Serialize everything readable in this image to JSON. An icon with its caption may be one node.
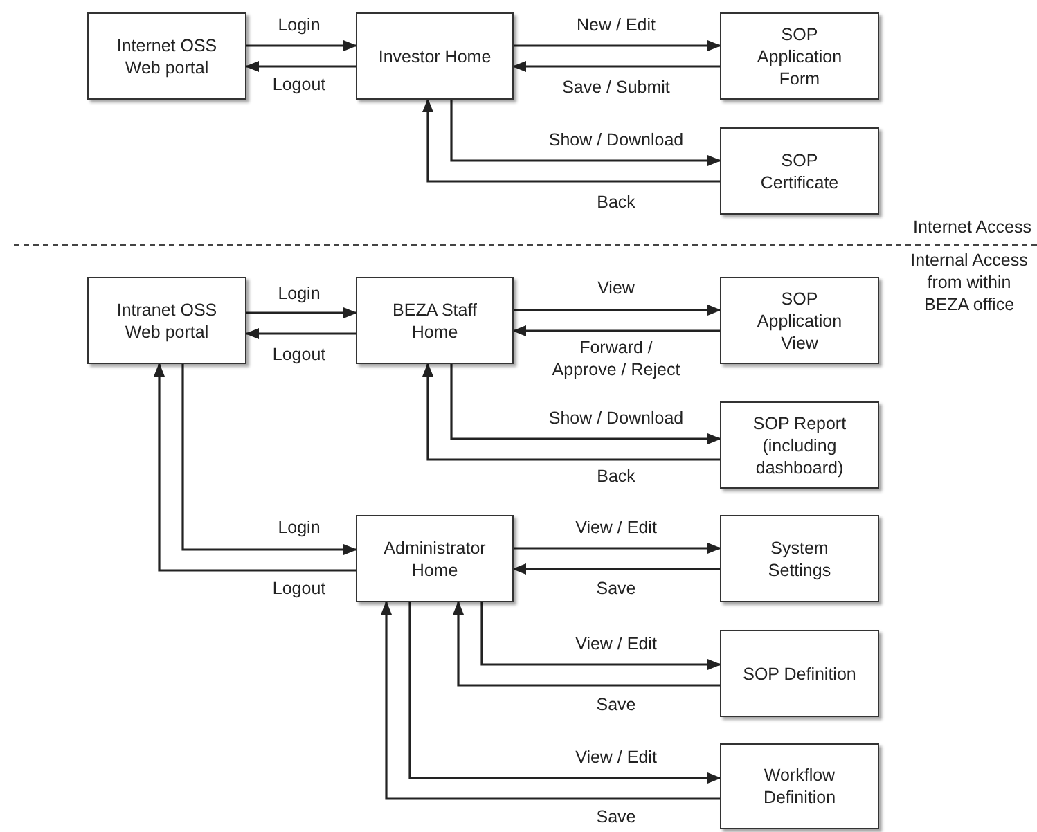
{
  "diagram": {
    "nodes": [
      {
        "text": [
          "Internet OSS Web portal"
        ]
      },
      {
        "text": [
          "Investor Home"
        ]
      },
      {
        "text": [
          "SOP Application Form"
        ]
      },
      {
        "text": [
          "SOP Certificate"
        ]
      },
      {
        "text": [
          "Intranet OSS Web portal"
        ]
      },
      {
        "text": [
          "BEZA Staff Home"
        ]
      },
      {
        "text": [
          "SOP Application View"
        ]
      },
      {
        "text": [
          "SOP Report (including dashboard)"
        ]
      },
      {
        "text": [
          "Administrator Home"
        ]
      },
      {
        "text": [
          "System Settings"
        ]
      },
      {
        "text": [
          "SOP Definition"
        ]
      },
      {
        "text": [
          "Workflow Definition"
        ]
      }
    ],
    "edges": [
      {
        "from": 0,
        "to": 1,
        "arrow": "to",
        "label": "Login"
      },
      {
        "from": 1,
        "to": 0,
        "arrow": "to",
        "label": "Logout"
      },
      {
        "from": 1,
        "to": 2,
        "arrow": "to",
        "label": "New / Edit"
      },
      {
        "from": 2,
        "to": 1,
        "arrow": "to",
        "label": "Save / Submit"
      },
      {
        "from": 1,
        "to": 3,
        "arrow": "to",
        "label": "Show / Download"
      },
      {
        "from": 3,
        "to": 1,
        "arrow": "to",
        "label": "Back"
      },
      {
        "from": 4,
        "to": 5,
        "arrow": "to",
        "label": "Login"
      },
      {
        "from": 5,
        "to": 4,
        "arrow": "to",
        "label": "Logout"
      },
      {
        "from": 5,
        "to": 6,
        "arrow": "to",
        "label": "View"
      },
      {
        "from": 6,
        "to": 5,
        "arrow": "to",
        "label": "Forward / Approve / Reject"
      },
      {
        "from": 5,
        "to": 7,
        "arrow": "to",
        "label": "Show / Download"
      },
      {
        "from": 7,
        "to": 5,
        "arrow": "to",
        "label": "Back"
      },
      {
        "from": 4,
        "to": 8,
        "arrow": "to",
        "label": "Login"
      },
      {
        "from": 8,
        "to": 4,
        "arrow": "to",
        "label": "Logout"
      },
      {
        "from": 8,
        "to": 9,
        "arrow": "to",
        "label": "View / Edit"
      },
      {
        "from": 9,
        "to": 8,
        "arrow": "to",
        "label": "Save"
      },
      {
        "from": 8,
        "to": 10,
        "arrow": "to",
        "label": "View / Edit"
      },
      {
        "from": 10,
        "to": 8,
        "arrow": "to",
        "label": "Save"
      },
      {
        "from": 8,
        "to": 11,
        "arrow": "to",
        "label": "View / Edit"
      },
      {
        "from": 11,
        "to": 8,
        "arrow": "to",
        "label": "Save"
      }
    ],
    "labels": [
      "Internet Access",
      "Internal Access from within BEZA office"
    ]
  }
}
